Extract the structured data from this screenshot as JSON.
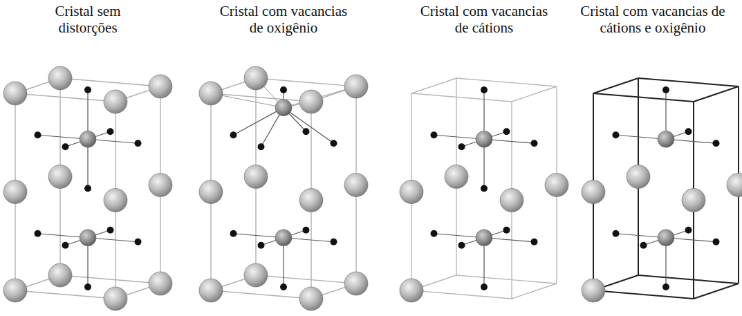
{
  "diagram": {
    "labels": [
      "Cristal sem distorções",
      "Cristal com vacancias de oxigênio",
      "Cristal com vacancias de cátions",
      "Cristal com vacancias de cátions e oxigênio"
    ]
  }
}
